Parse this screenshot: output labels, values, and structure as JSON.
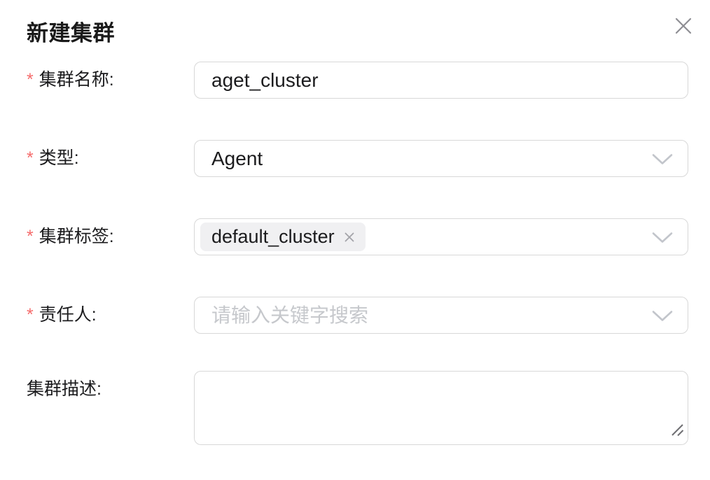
{
  "modal": {
    "title": "新建集群"
  },
  "form": {
    "fields": [
      {
        "required_mark": "*",
        "label": "集群名称:",
        "type": "text",
        "value": "aget_cluster"
      },
      {
        "required_mark": "*",
        "label": "类型:",
        "type": "select",
        "value": "Agent"
      },
      {
        "required_mark": "*",
        "label": "集群标签:",
        "type": "multiselect",
        "tag": {
          "text": "default_cluster"
        }
      },
      {
        "required_mark": "*",
        "label": "责任人:",
        "type": "select-search",
        "placeholder": "请输入关键字搜索"
      },
      {
        "label": "集群描述:",
        "type": "textarea",
        "value": ""
      }
    ]
  },
  "colors": {
    "required_mark": "#f56c6c",
    "border": "#d8d8d8",
    "text": "#1b1b1d",
    "placeholder": "#c6c8cc",
    "tag_background": "#f0f0f2",
    "chevron": "#c2c5cb",
    "close_icon": "#8e8e93"
  }
}
